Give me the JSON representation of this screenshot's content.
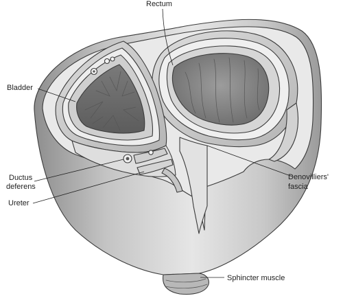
{
  "labels": {
    "rectum": "Rectum",
    "bladder": "Bladder",
    "ductus_line1": "Ductus",
    "ductus_line2": "deferens",
    "ureter": "Ureter",
    "denon_line1": "Denovilliers'",
    "denon_line2": "fascia",
    "sphincter": "Sphincter muscle"
  }
}
